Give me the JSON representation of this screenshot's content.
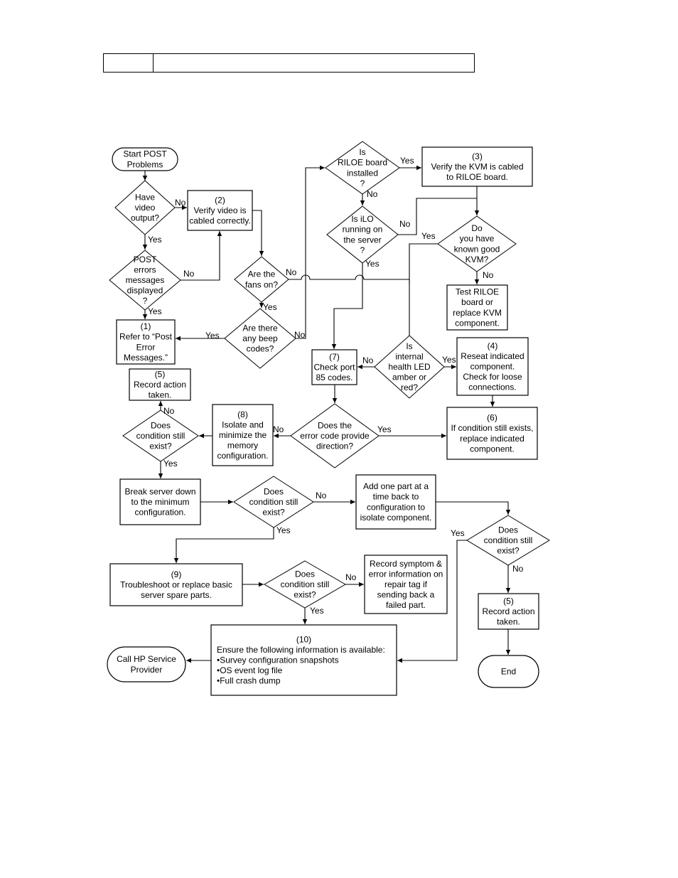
{
  "header": {
    "cell1": "",
    "cell2": ""
  },
  "nodes": {
    "start": [
      "Start POST",
      "Problems"
    ],
    "d_video": [
      "Have",
      "video",
      "output?"
    ],
    "b2": [
      "(2)",
      "Verify video is",
      "cabled correctly."
    ],
    "d_post": [
      "POST",
      "errors",
      "messages",
      "displayed",
      "?"
    ],
    "d_fans": [
      "Are the",
      "fans on?"
    ],
    "d_beep": [
      "Are there",
      "any beep",
      "codes?"
    ],
    "b1": [
      "(1)",
      "Refer to “Post",
      "Error",
      "Messages.”"
    ],
    "d_riloe": [
      "Is",
      "RILOE board",
      "installed",
      "?"
    ],
    "b3": [
      "(3)",
      "Verify the KVM is cabled",
      "to RILOE board."
    ],
    "d_ilo": [
      "Is iLO",
      "running on",
      "the server",
      "?"
    ],
    "d_kvm": [
      "Do",
      "you have",
      "known good",
      "KVM?"
    ],
    "b_test": [
      "Test RILOE",
      "board or",
      "replace KVM",
      "component."
    ],
    "d_led": [
      "Is",
      "internal",
      "health LED",
      "amber or",
      "red?"
    ],
    "b7": [
      "(7)",
      "Check port",
      "85 codes."
    ],
    "b4": [
      "(4)",
      "Reseat indicated",
      "component.",
      "Check for loose",
      "connections."
    ],
    "b5a": [
      "(5)",
      "Record action",
      "taken."
    ],
    "d_cond1": [
      "Does",
      "condition still",
      "exist?"
    ],
    "b8": [
      "(8)",
      "Isolate and",
      "minimize the",
      "memory",
      "configuration."
    ],
    "d_err": [
      "Does the",
      "error code provide",
      "direction?"
    ],
    "b6": [
      "(6)",
      "If condition still exists,",
      "replace indicated",
      "component."
    ],
    "b_break": [
      "Break server down",
      "to the minimum",
      "configuration."
    ],
    "d_cond2": [
      "Does",
      "condition still",
      "exist?"
    ],
    "b_add": [
      "Add one part at a",
      "time back to",
      "configuration to",
      "isolate component."
    ],
    "d_cond3": [
      "Does",
      "condition still",
      "exist?"
    ],
    "b9": [
      "(9)",
      "Troubleshoot or replace basic",
      "server spare parts."
    ],
    "d_cond4": [
      "Does",
      "condition still",
      "exist?"
    ],
    "b_rec": [
      "Record symptom &",
      "error information on",
      "repair tag if",
      "sending back a",
      "failed part."
    ],
    "b5b": [
      "(5)",
      "Record action",
      "taken."
    ],
    "b10": [
      "(10)",
      "Ensure the following information is available:",
      "•Survey configuration snapshots",
      "•OS event log file",
      "•Full crash dump"
    ],
    "call": [
      "Call HP Service",
      "Provider"
    ],
    "end": [
      "End"
    ]
  },
  "labels": {
    "yes": "Yes",
    "no": "No"
  }
}
